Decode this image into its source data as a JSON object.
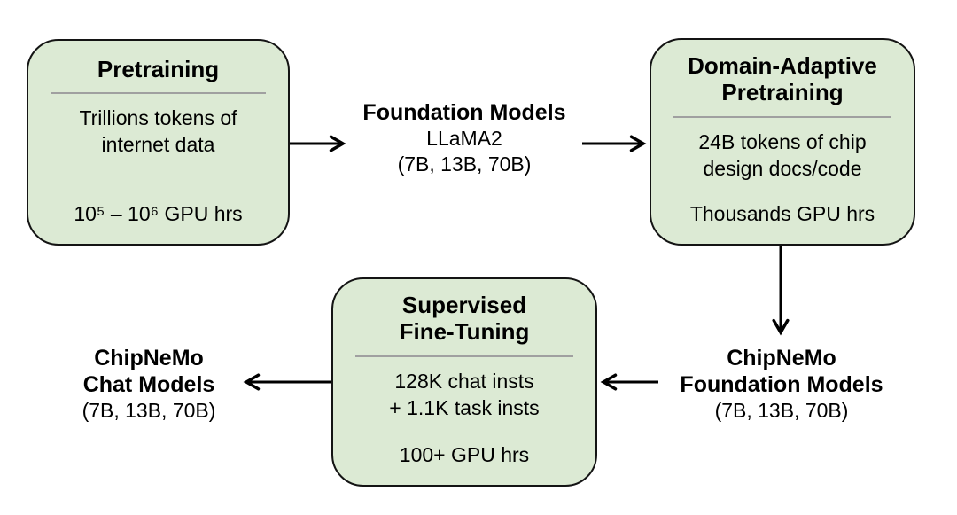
{
  "colors": {
    "background": "#ffffff",
    "box_fill": "#dcead4",
    "box_border": "#141414",
    "divider": "#a0a0a0",
    "arrow": "#000000",
    "text": "#000000"
  },
  "boxes": {
    "pretraining": {
      "title": "Pretraining",
      "detail": "Trillions tokens of\ninternet data",
      "compute": "10⁵ – 10⁶ GPU hrs"
    },
    "domain_adaptive_pretraining": {
      "title": "Domain-Adaptive\nPretraining",
      "detail": "24B tokens of chip\ndesign docs/code",
      "compute": "Thousands GPU hrs"
    },
    "supervised_fine_tuning": {
      "title": "Supervised\nFine-Tuning",
      "detail": "128K chat insts\n+ 1.1K task insts",
      "compute": "100+ GPU hrs"
    }
  },
  "labels": {
    "foundation_models": {
      "name": "Foundation Models",
      "model": "LLaMA2",
      "sizes": "(7B, 13B, 70B)"
    },
    "chipnemo_foundation_models": {
      "name_line1": "ChipNeMo",
      "name_line2": "Foundation Models",
      "sizes": "(7B, 13B, 70B)"
    },
    "chipnemo_chat_models": {
      "name_line1": "ChipNeMo",
      "name_line2": "Chat Models",
      "sizes": "(7B, 13B, 70B)"
    }
  },
  "icons": {
    "arrow_right": "arrow-right-icon",
    "arrow_down": "arrow-down-icon",
    "arrow_left": "arrow-left-icon"
  }
}
